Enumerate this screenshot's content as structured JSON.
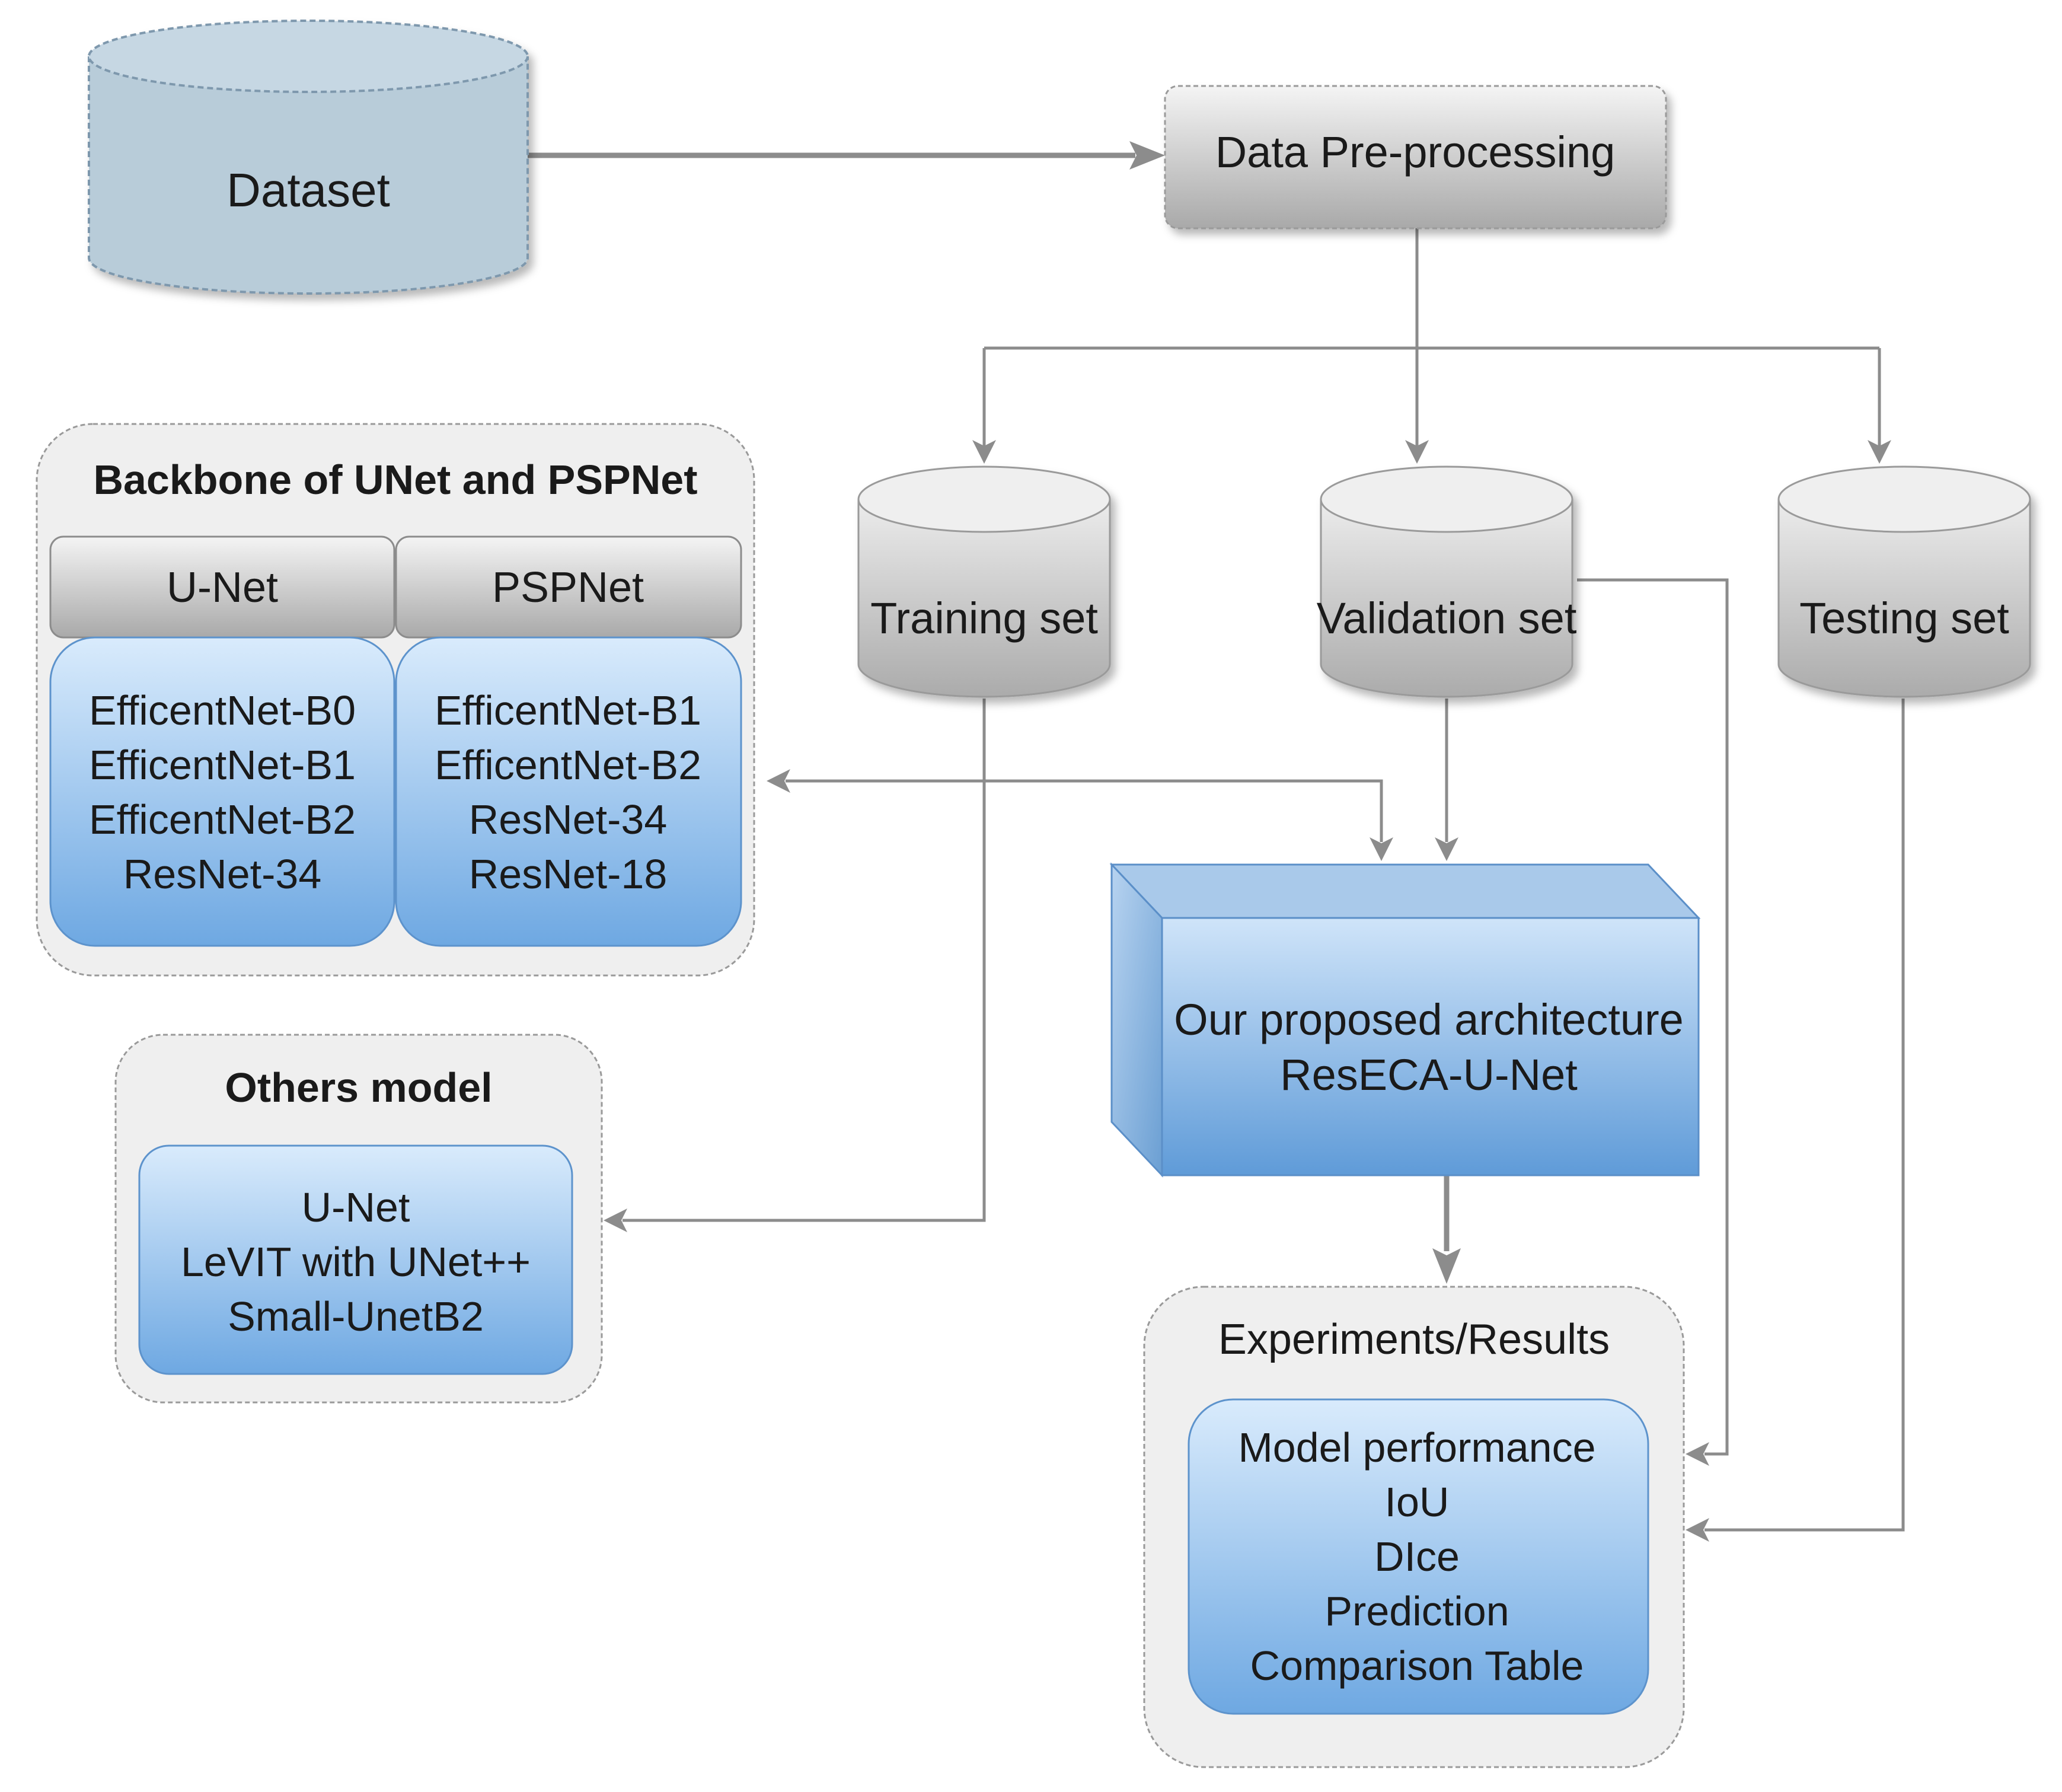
{
  "dataset": {
    "label": "Dataset"
  },
  "preprocessing": {
    "label": "Data Pre-processing"
  },
  "sets": {
    "training": "Training set",
    "validation": "Validation set",
    "testing": "Testing set"
  },
  "backbone": {
    "title": "Backbone of UNet and  PSPNet",
    "unet": {
      "header": "U-Net",
      "items": [
        "EfficentNet-B0",
        "EfficentNet-B1",
        "EfficentNet-B2",
        "ResNet-34"
      ]
    },
    "pspnet": {
      "header": "PSPNet",
      "items": [
        "EfficentNet-B1",
        "EfficentNet-B2",
        "ResNet-34",
        "ResNet-18"
      ]
    }
  },
  "others": {
    "title": "Others model",
    "items": [
      "U-Net",
      "LeVIT with UNet++",
      "Small-UnetB2"
    ]
  },
  "proposed": {
    "lines": [
      "Our proposed architecture",
      "ResECA-U-Net"
    ]
  },
  "results": {
    "title": "Experiments/Results",
    "items": [
      "Model performance",
      "IoU",
      "DIce",
      "Prediction",
      "Comparison Table"
    ]
  },
  "colors": {
    "dataset_fill": "#b8ccd9",
    "gray_top": "#f2f2f2",
    "gray_bottom": "#a6a6a6",
    "blue_top": "#d6e9fb",
    "blue_bottom": "#6aa6e0",
    "arrow": "#8c8c8c",
    "panel_fill": "#efefef"
  }
}
